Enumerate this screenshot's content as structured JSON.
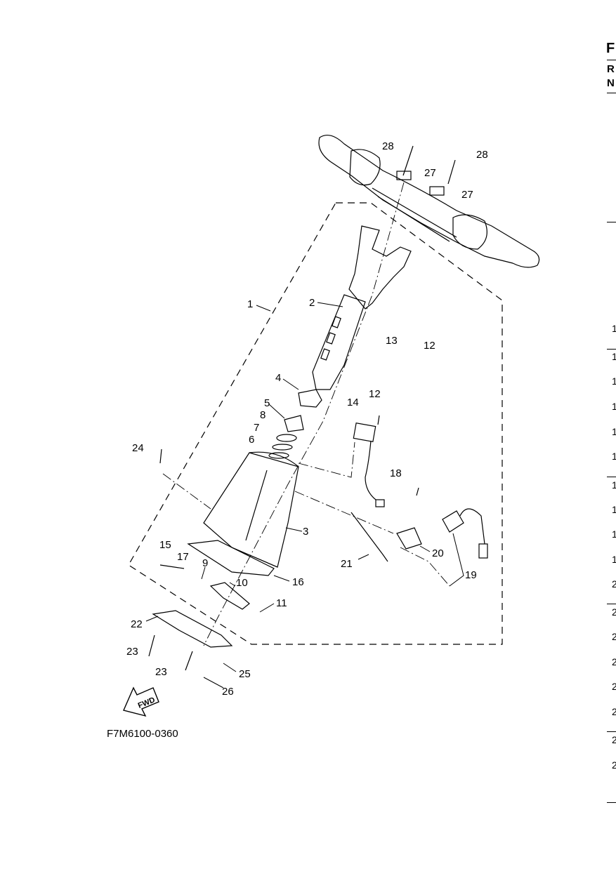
{
  "diagram": {
    "caption": "F7M6100-0360",
    "fwd_label": "FWD",
    "callouts": [
      "1",
      "2",
      "3",
      "4",
      "5",
      "6",
      "7",
      "8",
      "9",
      "10",
      "11",
      "12",
      "12",
      "13",
      "14",
      "15",
      "16",
      "17",
      "18",
      "19",
      "20",
      "21",
      "22",
      "23",
      "23",
      "24",
      "25",
      "26",
      "27",
      "27",
      "28",
      "28"
    ]
  },
  "edge": {
    "title_fragment": "F",
    "sub_row_1": "R",
    "sub_row_2": "N",
    "column_digits": [
      "1",
      "1",
      "1",
      "1",
      "1",
      "1",
      "1",
      "1",
      "1",
      "1",
      "2",
      "2",
      "2",
      "2",
      "2",
      "2",
      "2",
      "2"
    ]
  }
}
